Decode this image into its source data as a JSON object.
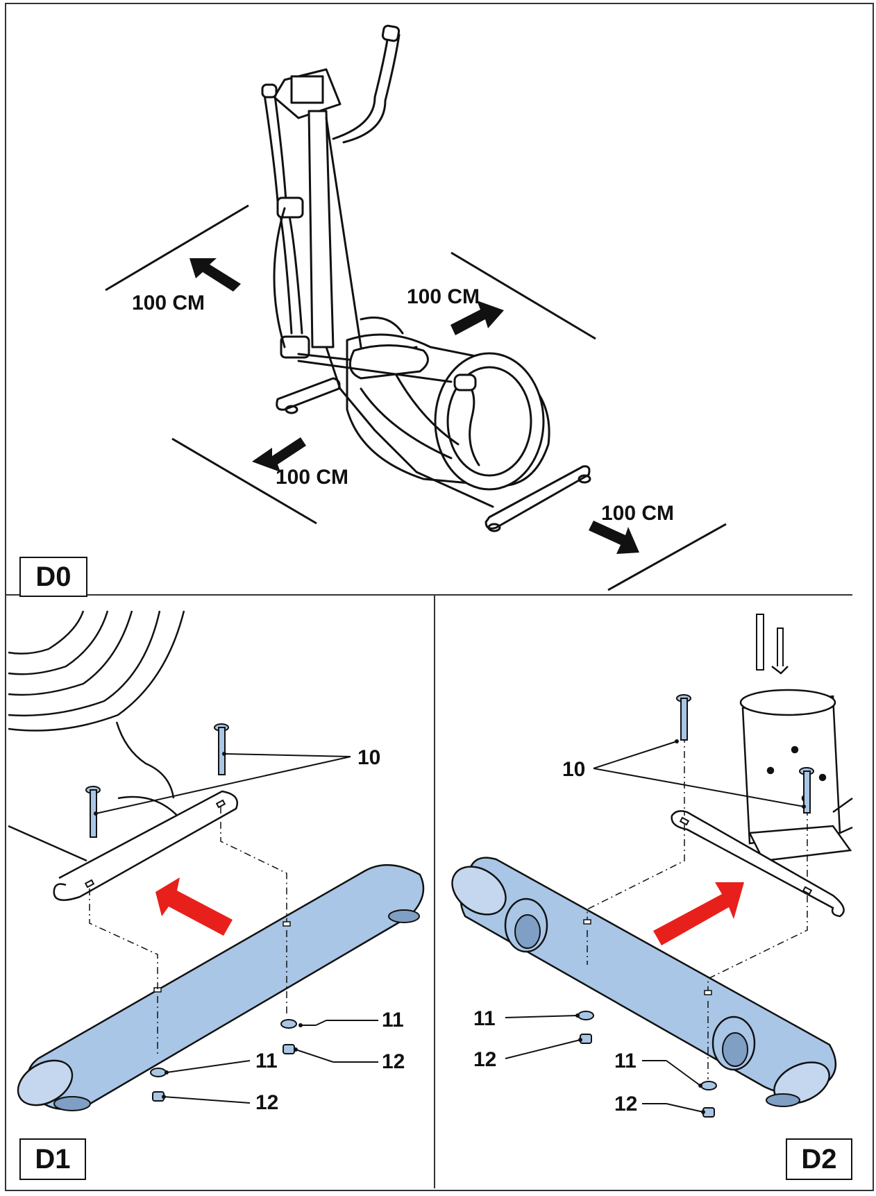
{
  "panels": [
    {
      "id": "D0",
      "label": "D0",
      "clearance_labels": [
        "100 CM",
        "100 CM",
        "100 CM",
        "100 CM"
      ]
    },
    {
      "id": "D1",
      "label": "D1",
      "part_labels": {
        "bolt": "10",
        "washer_right": "11",
        "nut_right": "12",
        "washer_left": "11",
        "nut_left": "12"
      }
    },
    {
      "id": "D2",
      "label": "D2",
      "part_labels": {
        "bolt": "10",
        "washer_left": "11",
        "nut_left": "12",
        "washer_right": "11",
        "nut_right": "12"
      }
    }
  ],
  "colors": {
    "part_highlight": "#a9c6e6",
    "part_highlight_dark": "#7f9fc4",
    "assembly_arrow": "#e8201b",
    "line": "#111111"
  }
}
